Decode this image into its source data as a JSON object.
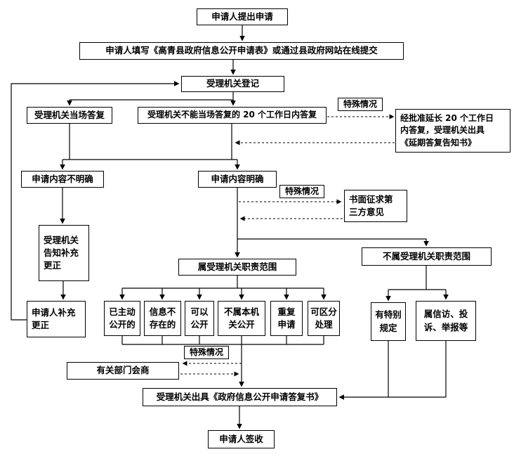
{
  "page": {
    "background": "#ffffff",
    "line_color": "#000000",
    "box_border_color": "#000000",
    "box_background": "#ffffff",
    "text_color": "#000000"
  },
  "flowchart": {
    "nodes": {
      "apply": "申请人提出申请",
      "fill_form": "申请人填写《高青县政府信息公开申请表》或通过县政府网站在线提交",
      "register": "受理机关登记",
      "onspot_reply": "受理机关当场答复",
      "within20_reply": "受理机关不能当场答复的 20 个工作日内答复",
      "special_case_1": "特殊情况",
      "extend_reply": "经批准延长 20 个工作日\n内答复，受理机关出具\n《延期答复告知书》",
      "content_unclear": "申请内容不明确",
      "content_clear": "申请内容明确",
      "special_case_2": "特殊情况",
      "third_party": "书面征求第\n三方意见",
      "notify_supplement": "受理机关\n告知补充\n更正",
      "applicant_supplement": "申请人补充\n更正",
      "in_scope": "属受理机关职责范围",
      "out_scope": "不属受理机关职责范围",
      "already_public": "已主动\n公开的",
      "info_not_exist": "信息不\n存在的",
      "can_disclose": "可以\n公开",
      "not_this_authority": "不属本机\n关公开",
      "repeat_application": "重复\n申请",
      "separable_handling": "可区分\n处理",
      "special_provisions": "有特别\n规定",
      "petition_complaint": "属信访、投\n诉、举报等",
      "special_case_3": "特殊情况",
      "consultation": "有关部门会商",
      "issue_reply": "受理机关出具《政府信息公开申请答复书》",
      "sign": "申请人签收"
    }
  }
}
